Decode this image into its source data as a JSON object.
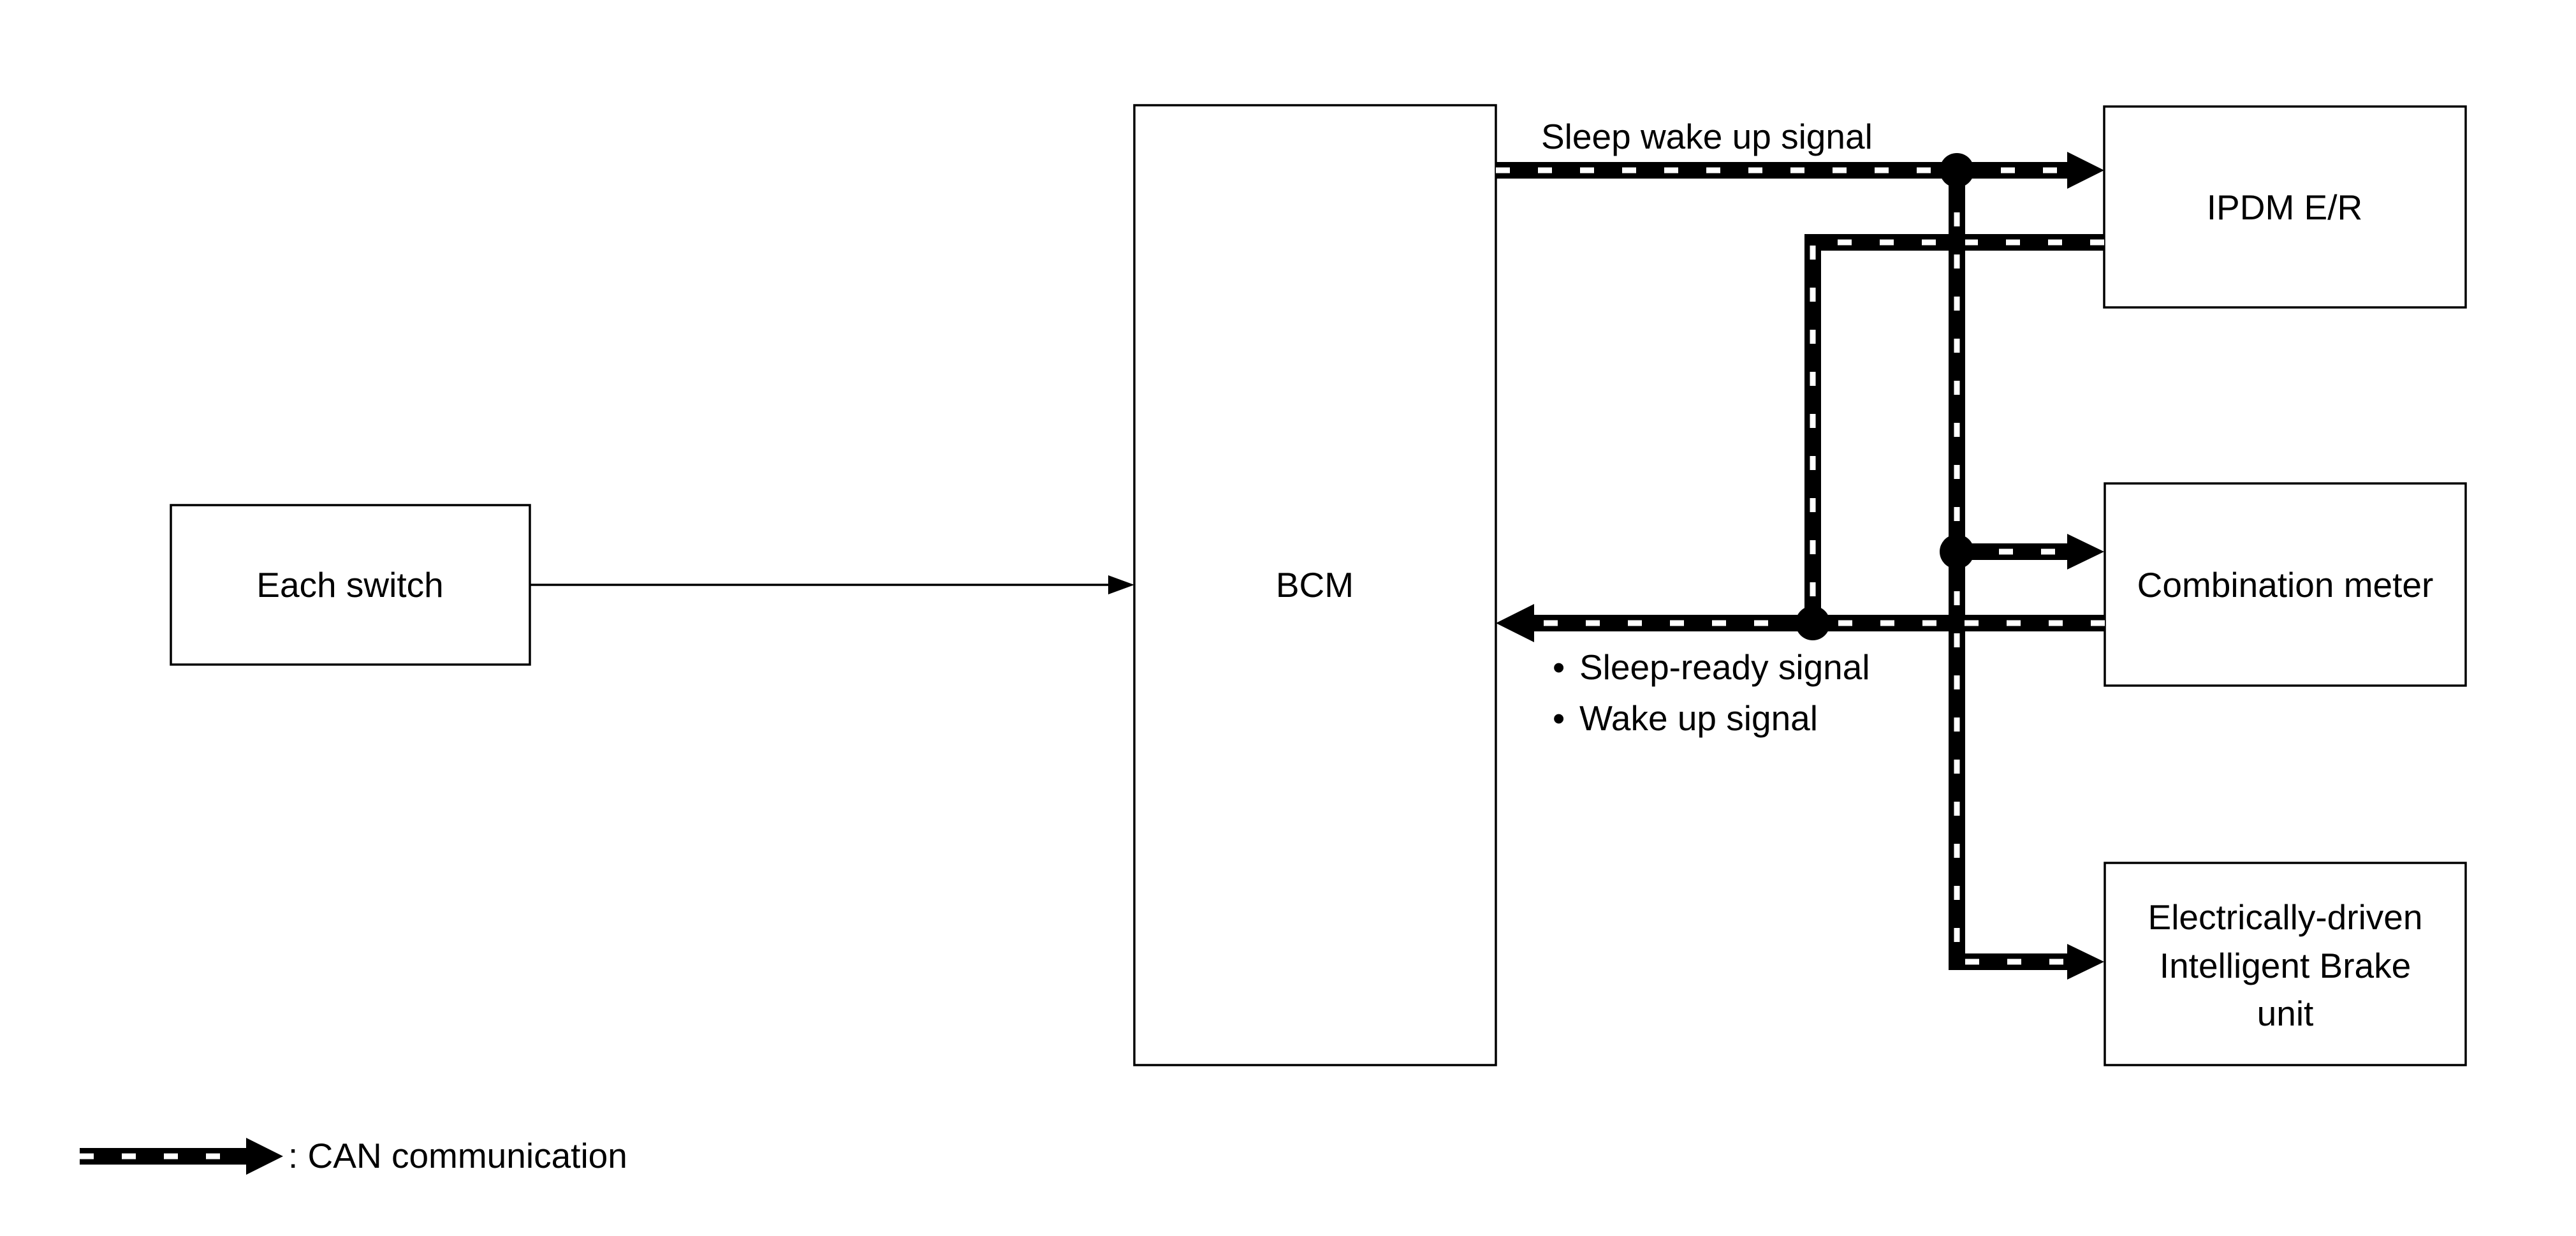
{
  "blocks": {
    "each_switch": "Each switch",
    "bcm": "BCM",
    "ipdm": "IPDM E/R",
    "combination_meter": "Combination meter",
    "brake_unit": [
      "Electrically-driven",
      "Intelligent Brake",
      "unit"
    ]
  },
  "signals": {
    "sleep_wake_up": "Sleep wake up signal",
    "sleep_ready": "Sleep-ready signal",
    "wake_up": "Wake up signal",
    "bullet": "•"
  },
  "legend": {
    "label": ": CAN communication"
  },
  "colors": {
    "line": "#000000",
    "background": "#ffffff"
  }
}
